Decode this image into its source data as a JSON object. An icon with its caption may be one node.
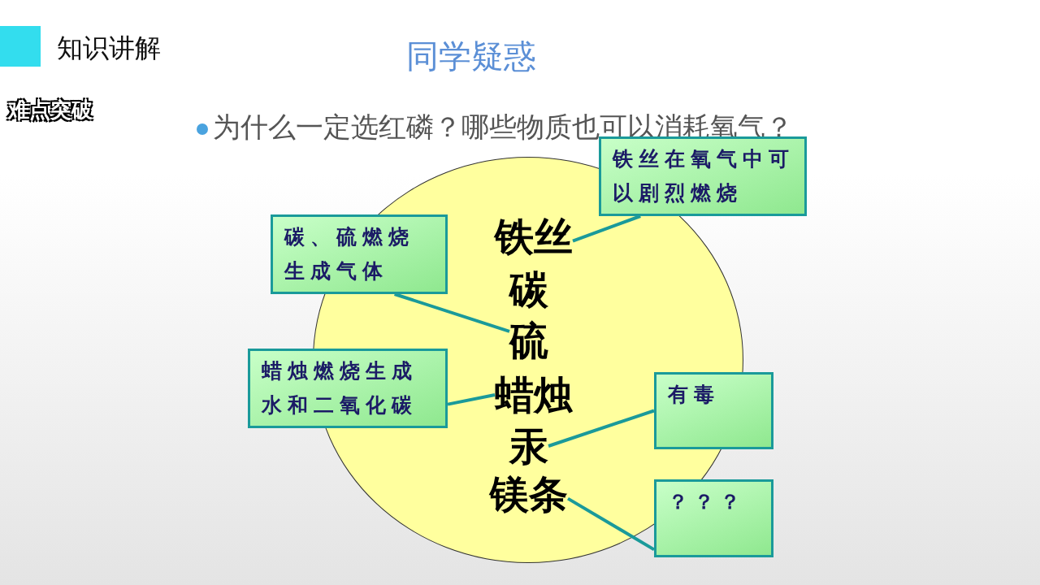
{
  "diagram": {
    "title": "同学疑惑",
    "nodes": [
      {
        "text": [],
        "shape": "circle"
      },
      {
        "text": [
          "铁丝"
        ],
        "in": 0
      },
      {
        "text": [
          "碳"
        ],
        "in": 0
      },
      {
        "text": [
          "硫"
        ],
        "in": 0
      },
      {
        "text": [
          "蜡烛"
        ],
        "in": 0
      },
      {
        "text": [
          "汞"
        ],
        "in": 0
      },
      {
        "text": [
          "镁条"
        ],
        "in": 0
      },
      {
        "text": [
          "铁丝在氧气中可以剧烈燃烧"
        ]
      },
      {
        "text": [
          "碳、硫燃烧生成气体"
        ]
      },
      {
        "text": [
          "蜡烛燃烧生成水和二氧化碳"
        ]
      },
      {
        "text": [
          "有毒"
        ]
      },
      {
        "text": [
          "？？？"
        ]
      }
    ],
    "edges": [
      {
        "from": 7,
        "to": 1,
        "arrow": "none"
      },
      {
        "from": 8,
        "to": 3,
        "arrow": "none"
      },
      {
        "from": 9,
        "to": 4,
        "arrow": "none"
      },
      {
        "from": 10,
        "to": 5,
        "arrow": "none"
      },
      {
        "from": 11,
        "to": 6,
        "arrow": "none"
      }
    ],
    "labels": [
      "知识讲解",
      "难点突破",
      "为什么一定选红磷？哪些物质也可以消耗氧气？"
    ]
  }
}
